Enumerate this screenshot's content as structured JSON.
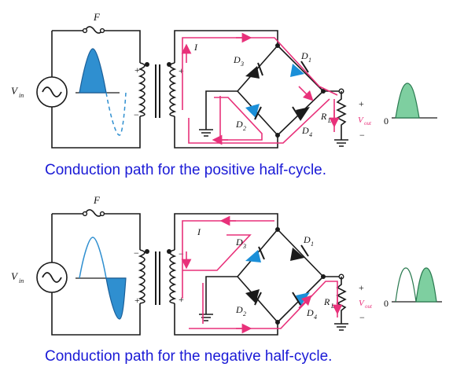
{
  "colors": {
    "current_path": "#e8317a",
    "caption_text": "#1a1ad6",
    "diode_active": "#1b8fd8",
    "sine_fill": "#2f8fd0",
    "output_fill": "#7ecfa0",
    "wire": "#1a1a1a"
  },
  "labels": {
    "fuse": "F",
    "vin_main": "V",
    "vin_sub": "in",
    "current": "I",
    "d1": "D",
    "d1_sub": "1",
    "d2": "D",
    "d2_sub": "2",
    "d3": "D",
    "d3_sub": "3",
    "d4": "D",
    "d4_sub": "4",
    "rl_main": "R",
    "rl_sub": "L",
    "vout_main": "V",
    "vout_sub": "out",
    "plus": "+",
    "minus": "−",
    "zero": "0"
  },
  "top": {
    "caption": "Conduction path for the positive half-cycle."
  },
  "bottom": {
    "caption": "Conduction path for the negative half-cycle."
  }
}
